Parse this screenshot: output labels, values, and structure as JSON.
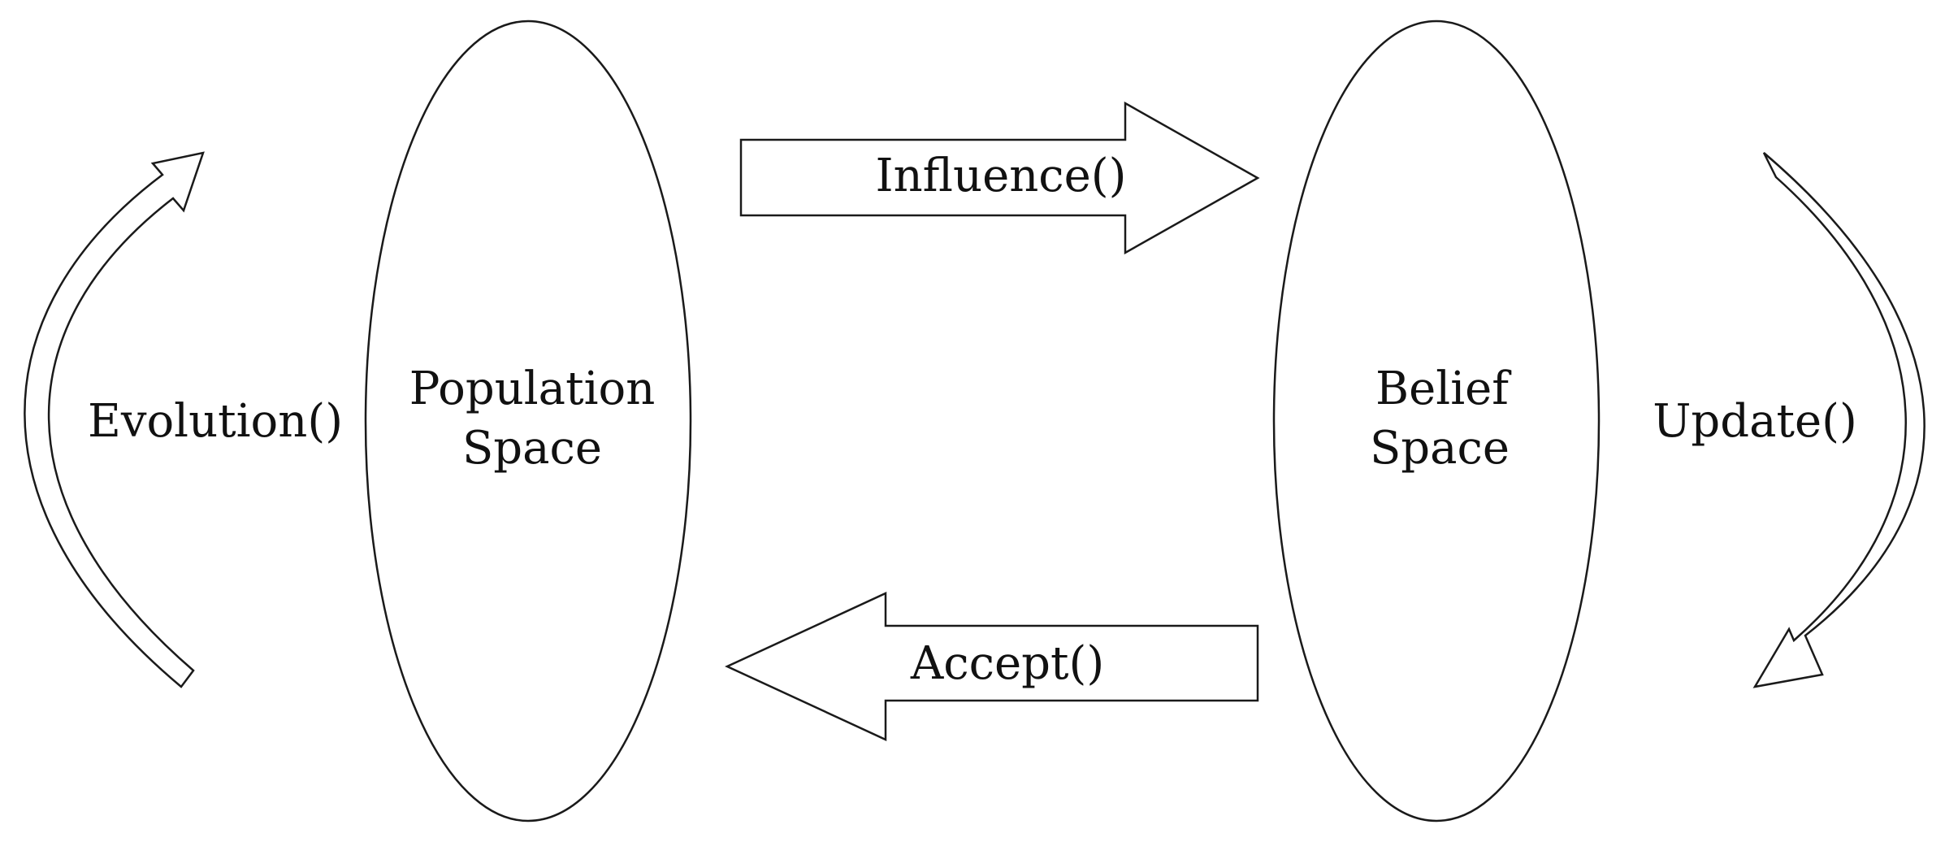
{
  "diagram": {
    "population": {
      "line1": "Population",
      "line2": "Space"
    },
    "belief": {
      "line1": "Belief",
      "line2": "Space"
    },
    "influence": "Influence()",
    "accept": "Accept()",
    "evolution": "Evolution()",
    "update": "Update()"
  }
}
